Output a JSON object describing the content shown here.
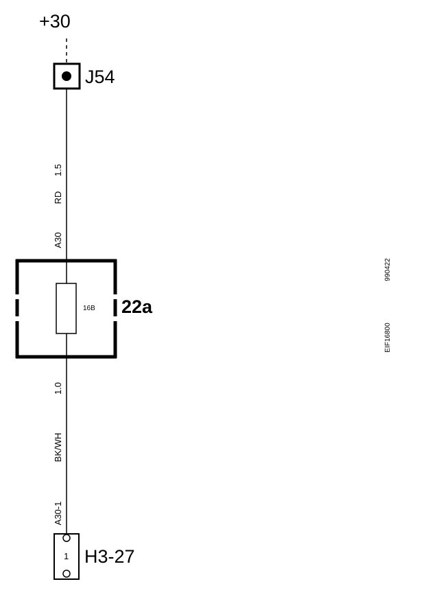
{
  "supply": {
    "label": "+30"
  },
  "top_connector": {
    "label": "J54"
  },
  "wire_top": {
    "size": "1.5",
    "color": "RD",
    "circuit": "A30"
  },
  "fuse": {
    "box_label": "22a",
    "fuse_id": "16B"
  },
  "wire_bottom": {
    "size": "1.0",
    "color": "BK/WH",
    "circuit": "A30-1"
  },
  "bottom_connector": {
    "label": "H3-27",
    "pin": "1"
  },
  "margin_codes": {
    "date_code": "990422",
    "figure_code": "EIF16800"
  }
}
